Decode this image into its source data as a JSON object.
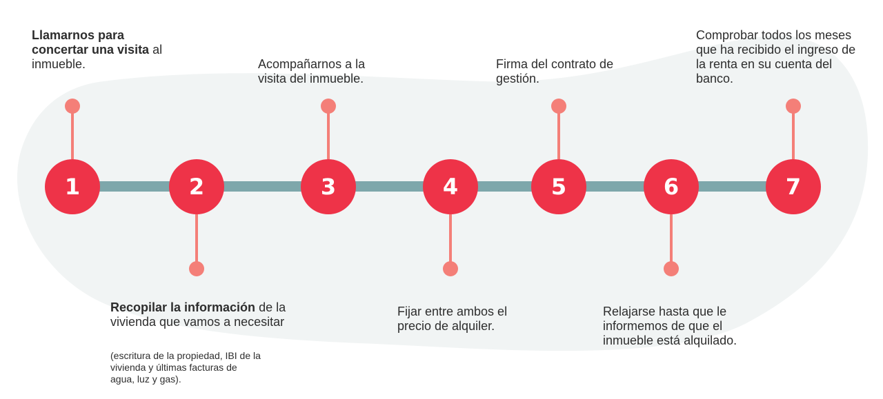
{
  "colors": {
    "background": "#ffffff",
    "blob": "#f1f4f4",
    "axis": "#7ea7ab",
    "node": "#ee3348",
    "connector": "#f47f78",
    "text": "#2d2d2d"
  },
  "steps": [
    {
      "number": "1",
      "bold": "Llamarnos para concertar una visita",
      "text": " al inmueble.",
      "position": "above"
    },
    {
      "number": "2",
      "bold": "Recopilar la información",
      "text": " de la vivienda que vamos a necesitar",
      "note": "(escritura de la propiedad, IBI de la vivienda y últimas facturas de agua, luz y gas).",
      "position": "below"
    },
    {
      "number": "3",
      "bold": "",
      "text": "Acompañarnos a la visita del inmueble.",
      "position": "above"
    },
    {
      "number": "4",
      "bold": "",
      "text": "Fijar entre ambos el precio de alquiler.",
      "position": "below"
    },
    {
      "number": "5",
      "bold": "",
      "text": "Firma del contrato de gestión.",
      "position": "above"
    },
    {
      "number": "6",
      "bold": "",
      "text": "Relajarse hasta que le informemos de que el inmueble está alquilado.",
      "position": "below"
    },
    {
      "number": "7",
      "bold": "",
      "text": "Comprobar todos los meses que ha recibido el ingreso de la renta en su cuenta del banco.",
      "position": "above"
    }
  ]
}
